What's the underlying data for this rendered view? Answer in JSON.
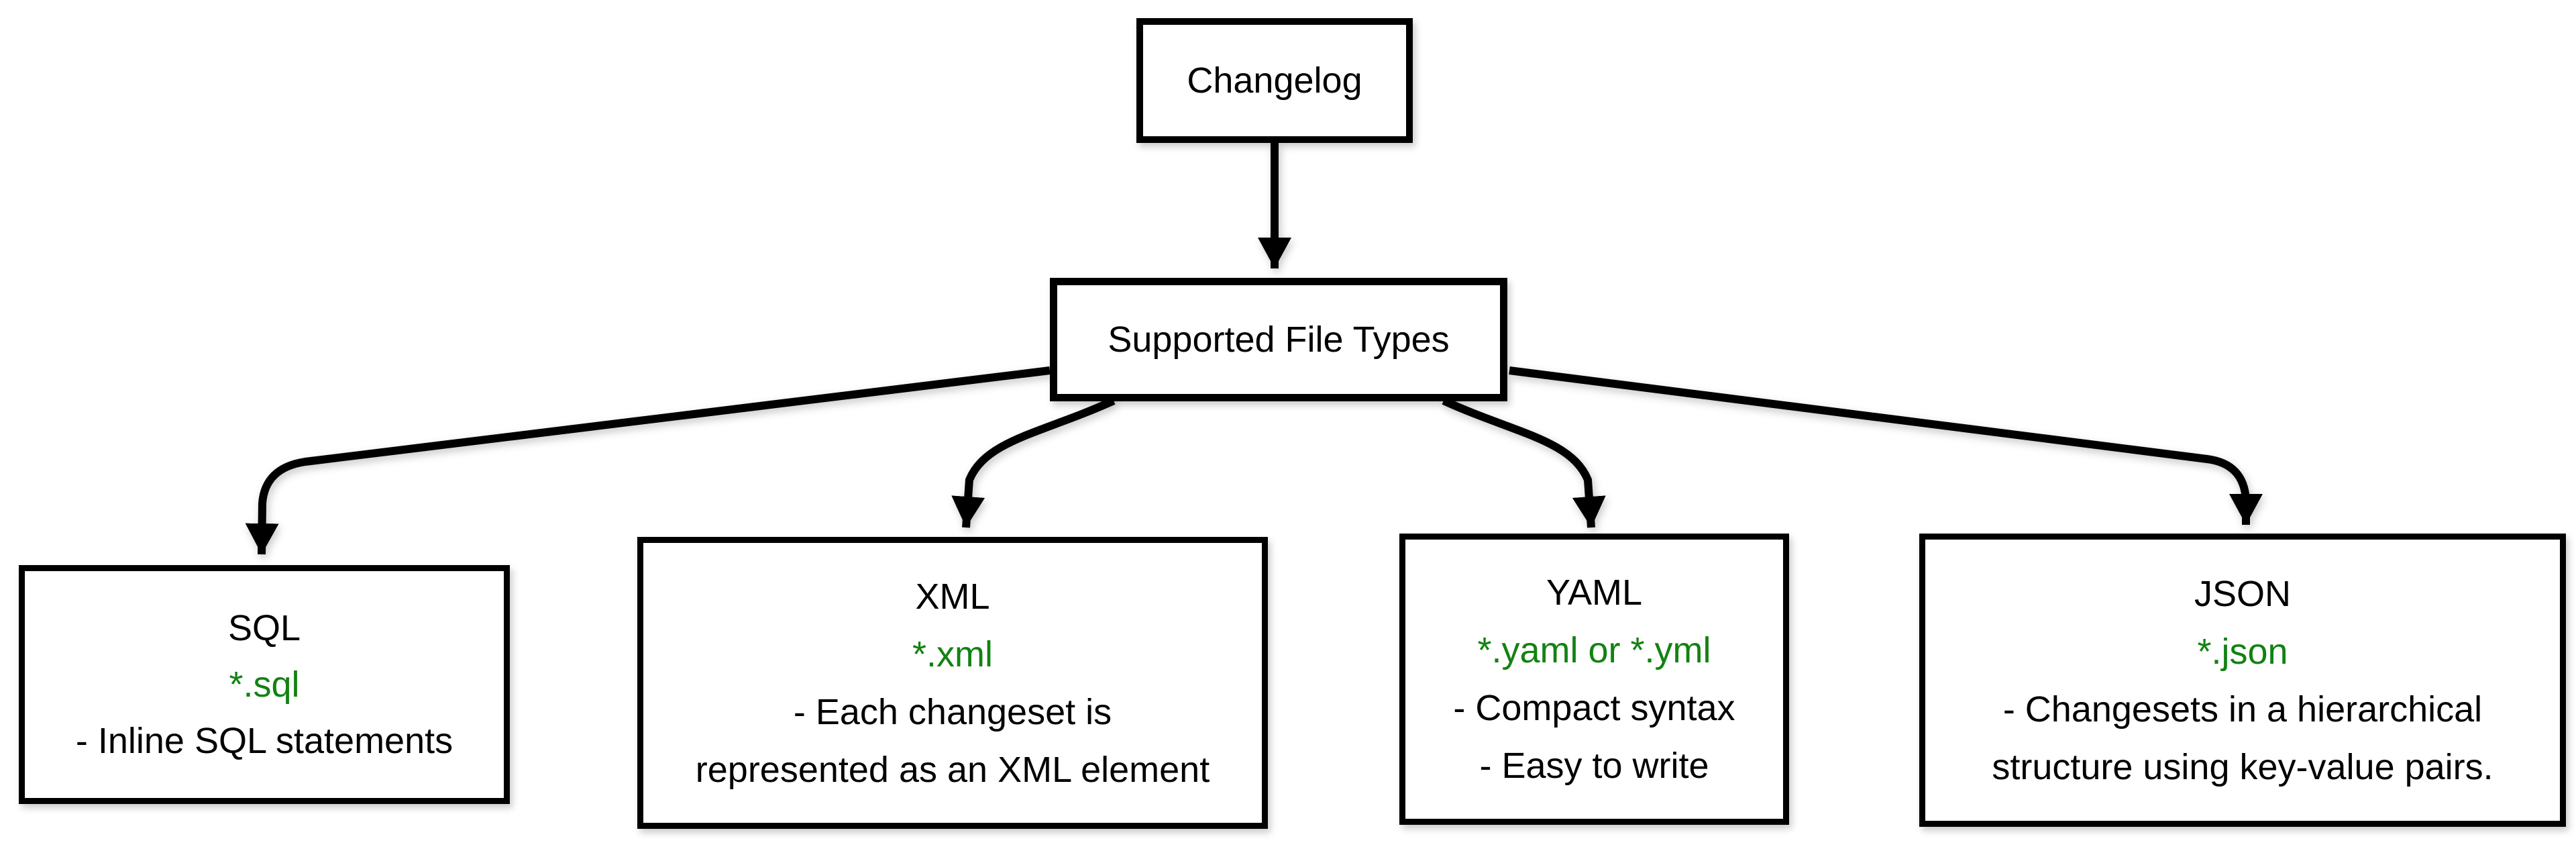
{
  "root": {
    "label": "Changelog"
  },
  "hub": {
    "label": "Supported File Types"
  },
  "file_types": [
    {
      "name": "SQL",
      "extension": "*.sql",
      "notes": [
        "- Inline SQL statements"
      ]
    },
    {
      "name": "XML",
      "extension": "*.xml",
      "notes": [
        "- Each changeset is",
        "represented as an XML element"
      ]
    },
    {
      "name": "YAML",
      "extension": "*.yaml or *.yml",
      "notes": [
        "- Compact syntax",
        "- Easy to write"
      ]
    },
    {
      "name": "JSON",
      "extension": "*.json",
      "notes": [
        "- Changesets in a hierarchical",
        "structure using key-value pairs."
      ]
    }
  ],
  "edges": [
    {
      "from": "Changelog",
      "to": "Supported File Types"
    },
    {
      "from": "Supported File Types",
      "to": "SQL"
    },
    {
      "from": "Supported File Types",
      "to": "XML"
    },
    {
      "from": "Supported File Types",
      "to": "YAML"
    },
    {
      "from": "Supported File Types",
      "to": "JSON"
    }
  ],
  "colors": {
    "extension_text": "#128212",
    "line": "#000000",
    "box_fill": "#ffffff",
    "text": "#000000",
    "background": "#ffffff"
  }
}
